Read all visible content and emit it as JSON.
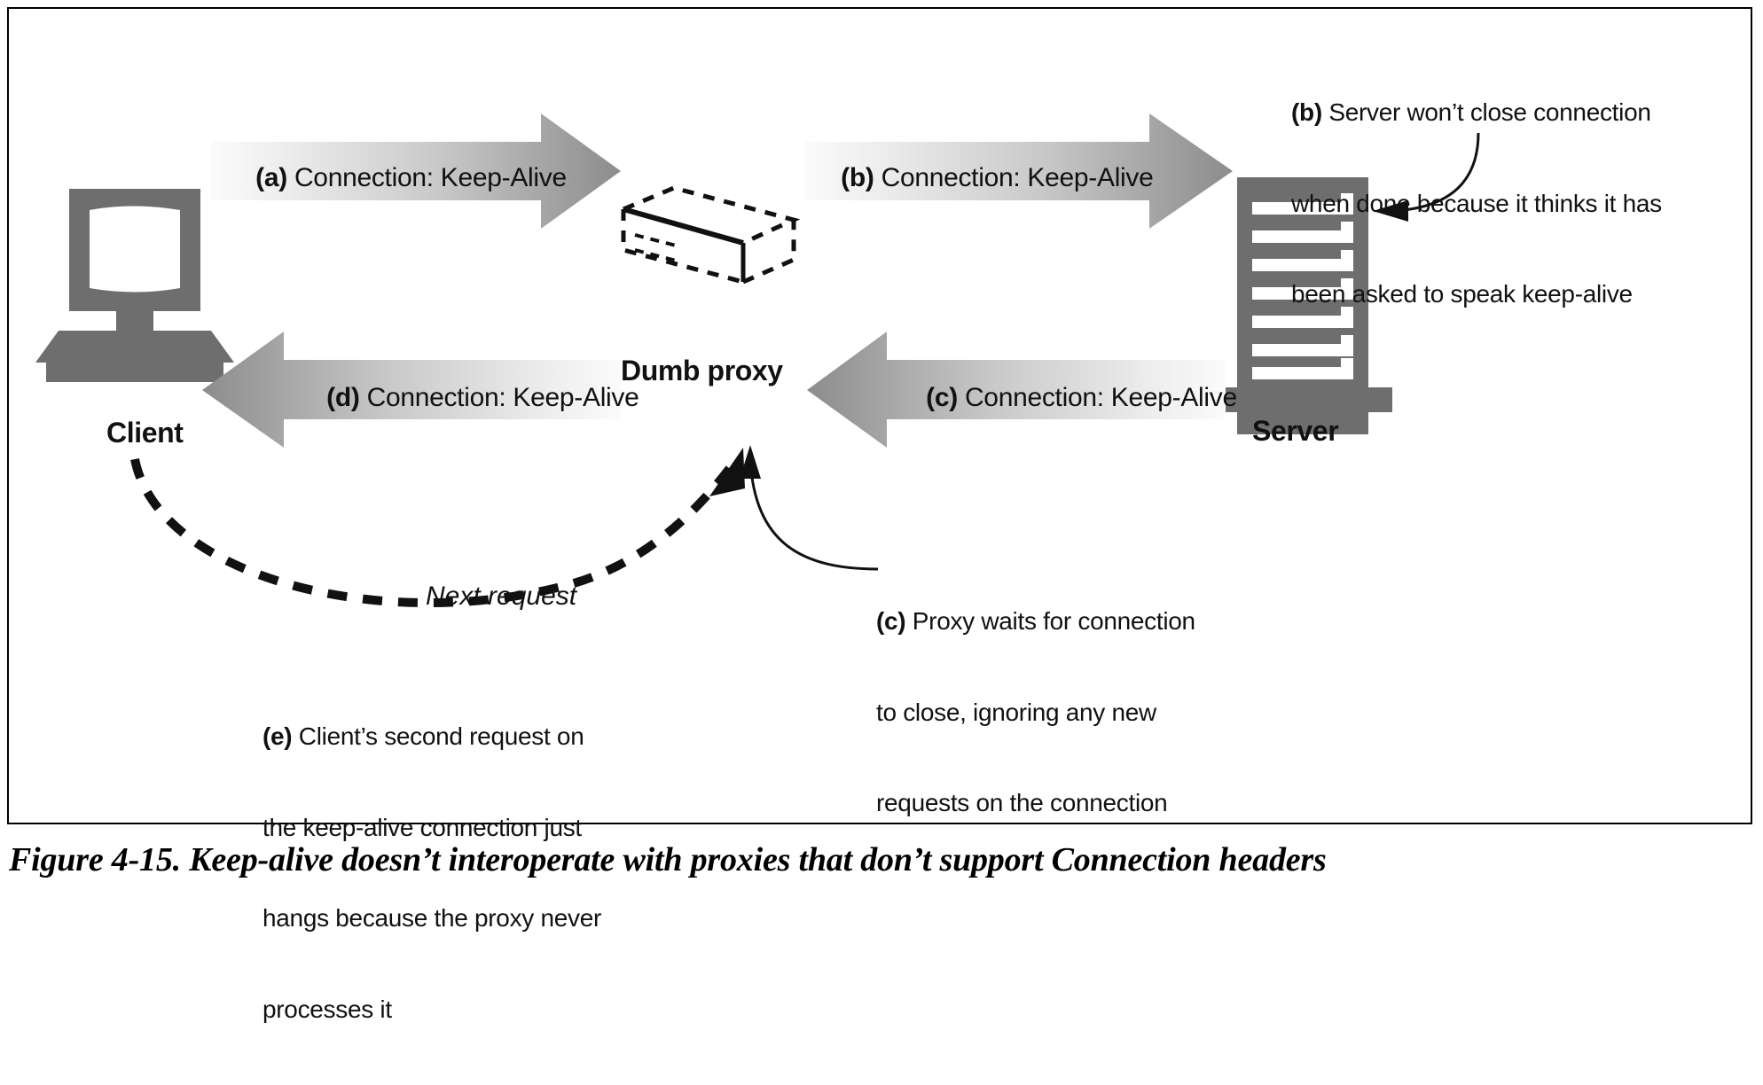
{
  "figure": {
    "caption": "Figure 4-15. Keep-alive doesn’t interoperate with proxies that don’t support Connection headers"
  },
  "nodes": {
    "client": {
      "label": "Client",
      "icon": "desktop-computer-icon",
      "color": "#6e6e6e"
    },
    "proxy": {
      "label": "Dumb proxy",
      "icon": "network-appliance-box-icon",
      "color": "#111111"
    },
    "server": {
      "label": "Server",
      "icon": "server-tower-icon",
      "color": "#6e6e6e"
    }
  },
  "flows": [
    {
      "id": "a",
      "marker": "(a)",
      "text": " Connection: Keep-Alive",
      "direction": "right",
      "from": "client",
      "to": "proxy"
    },
    {
      "id": "b",
      "marker": "(b)",
      "text": " Connection: Keep-Alive",
      "direction": "right",
      "from": "proxy",
      "to": "server"
    },
    {
      "id": "c",
      "marker": "(c)",
      "text": " Connection: Keep-Alive",
      "direction": "left",
      "from": "server",
      "to": "proxy"
    },
    {
      "id": "d",
      "marker": "(d)",
      "text": " Connection: Keep-Alive",
      "direction": "left",
      "from": "proxy",
      "to": "client"
    }
  ],
  "dashed_flow": {
    "label": "Next request",
    "from": "client",
    "to": "proxy"
  },
  "notes": {
    "b": {
      "marker": "(b)",
      "lines": [
        " Server won’t close connection",
        "when done because it thinks it has",
        "been asked to speak keep-alive"
      ]
    },
    "c": {
      "marker": "(c)",
      "lines": [
        " Proxy waits for connection",
        "to close, ignoring any new",
        "requests on the connection"
      ]
    },
    "e": {
      "marker": "(e)",
      "lines": [
        " Client’s second request on",
        "the keep-alive connection just",
        "hangs because the proxy never",
        "processes it"
      ]
    }
  },
  "colors": {
    "node_gray": "#6e6e6e",
    "arrow_dark": "#8e8e8e",
    "arrow_light": "#f4f4f4",
    "ink": "#111111",
    "frame": "#000000"
  }
}
